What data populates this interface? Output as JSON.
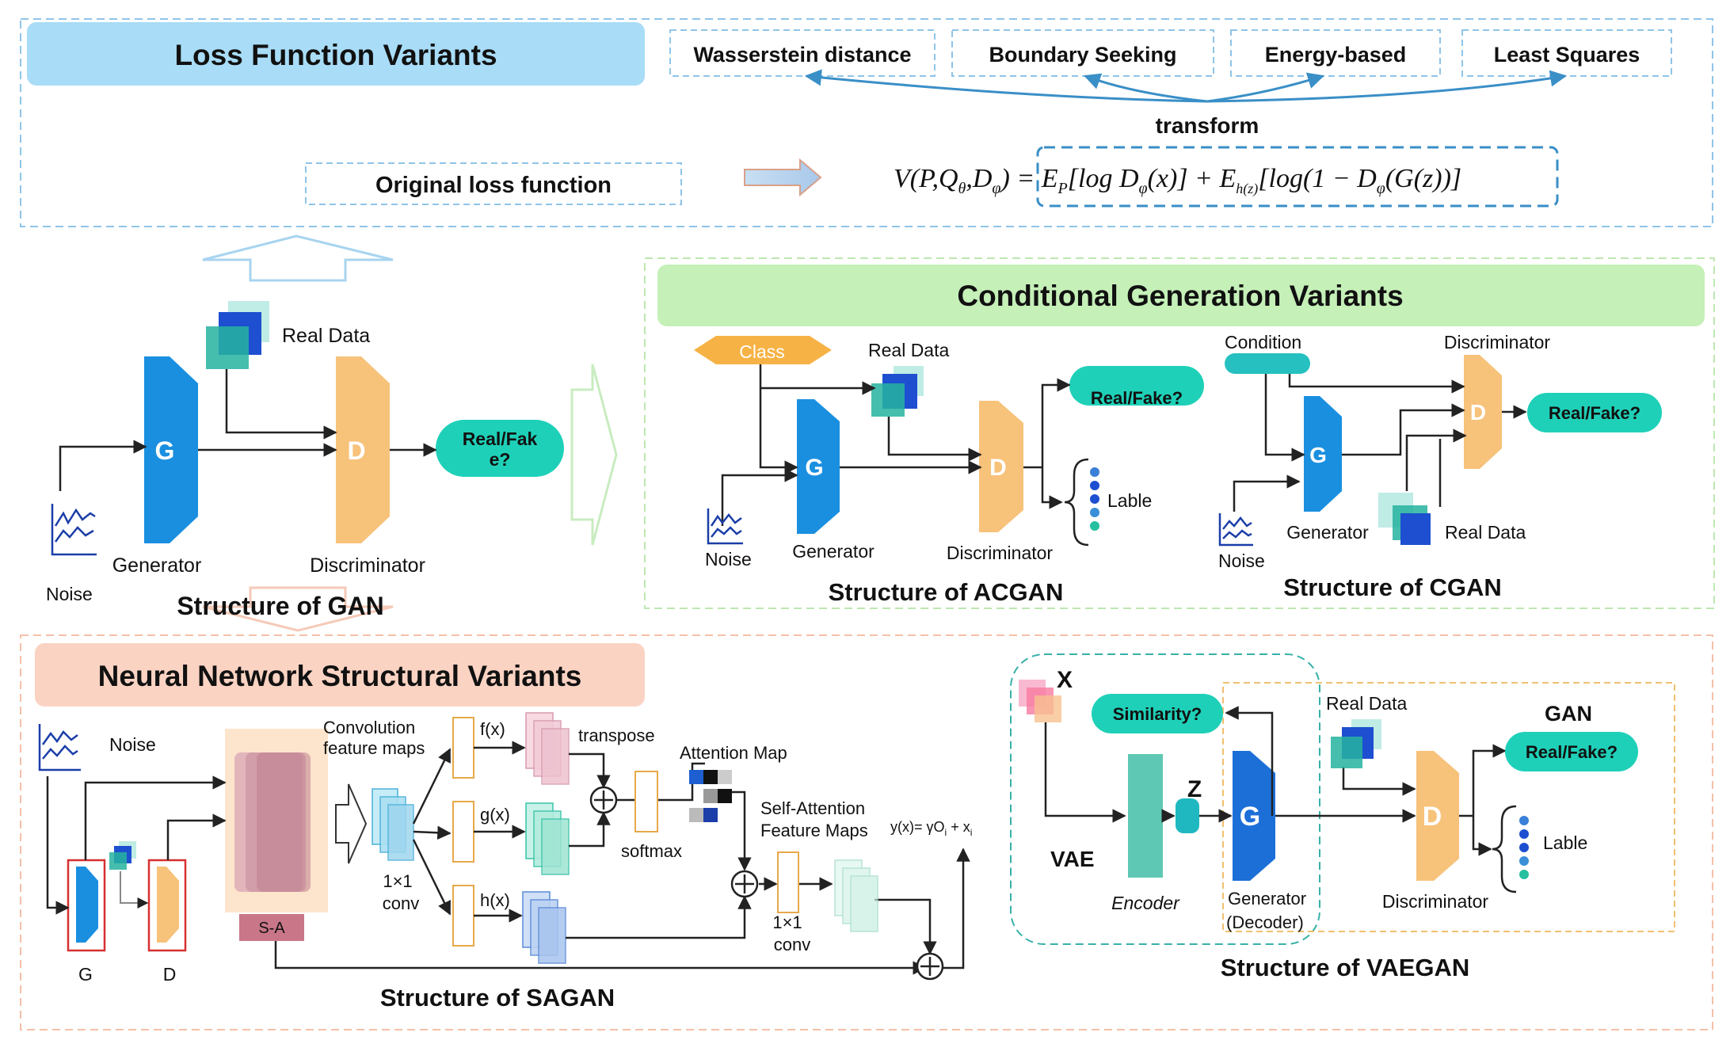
{
  "loss": {
    "title": "Loss Function Variants",
    "variants": [
      "Wasserstein distance",
      "Boundary Seeking",
      "Energy-based",
      "Least Squares"
    ],
    "transform": "transform",
    "original": "Original loss function",
    "formula_lhs": "V(P,Q",
    "formula_sub1": "θ",
    "formula_mid1": ",D",
    "formula_sub2": "φ",
    "formula_rest": ") = E",
    "formula_eq_p": "P",
    "formula_eq_a": "[log D",
    "formula_eq_b": "(x)] + E",
    "formula_eq_hz": "h(z)",
    "formula_eq_c": "[log(1 − D",
    "formula_eq_d": "(G(z))]"
  },
  "gan": {
    "G": "G",
    "D": "D",
    "real_data": "Real Data",
    "output": "Real/Fak",
    "output2": "e?",
    "generator": "Generator",
    "discriminator": "Discriminator",
    "noise": "Noise",
    "caption": "Structure of GAN"
  },
  "cond": {
    "title": "Conditional Generation Variants",
    "acgan": {
      "class": "Class",
      "real_data": "Real Data",
      "G": "G",
      "D": "D",
      "output": "Real/Fake?",
      "label": "Lable",
      "noise": "Noise",
      "generator": "Generator",
      "discriminator": "Discriminator",
      "caption": "Structure of ACGAN"
    },
    "cgan": {
      "condition": "Condition",
      "discriminator": "Discriminator",
      "G": "G",
      "D": "D",
      "output": "Real/Fake?",
      "generator": "Generator",
      "real_data": "Real Data",
      "noise": "Noise",
      "caption": "Structure of CGAN"
    }
  },
  "nn": {
    "title": "Neural Network Structural Variants",
    "sagan": {
      "noise": "Noise",
      "G": "G",
      "D": "D",
      "sa": "S-A",
      "conv_maps": "Convolution",
      "conv_maps2": "feature maps",
      "conv1x1": "1×1",
      "conv": "conv",
      "fx": "f(x)",
      "gx": "g(x)",
      "hx": "h(x)",
      "transpose": "transpose",
      "softmax": "softmax",
      "attention": "Attention Map",
      "sa_maps": "Self-Attention",
      "sa_maps2": "Feature Maps",
      "yx": "y(x)= γO",
      "yx_sub": "i",
      "yx_plus": " + x",
      "yx_sub2": "i",
      "conv1x1_b": "1×1",
      "conv_b": "conv",
      "caption": "Structure of  SAGAN"
    },
    "vaegan": {
      "x": "X",
      "similarity": "Similarity?",
      "z": "Z",
      "G": "G",
      "vae": "VAE",
      "encoder": "Encoder",
      "generator": "Generator",
      "decoder": "(Decoder)",
      "real_data": "Real Data",
      "gan": "GAN",
      "output": "Real/Fake?",
      "D": "D",
      "label": "Lable",
      "discriminator": "Discriminator",
      "caption": "Structure of VAEGAN"
    }
  },
  "colors": {
    "generator": "#1a8fe0",
    "discriminator": "#f7c27a",
    "output": "#1fd0b8",
    "loss_header": "#a8dcf7",
    "cond_header": "#c5f0b8",
    "nn_header": "#fbd3c3",
    "class_tag": "#f7b245",
    "teal_square": "#26b3a0",
    "blue_square": "#1d4fd0"
  }
}
